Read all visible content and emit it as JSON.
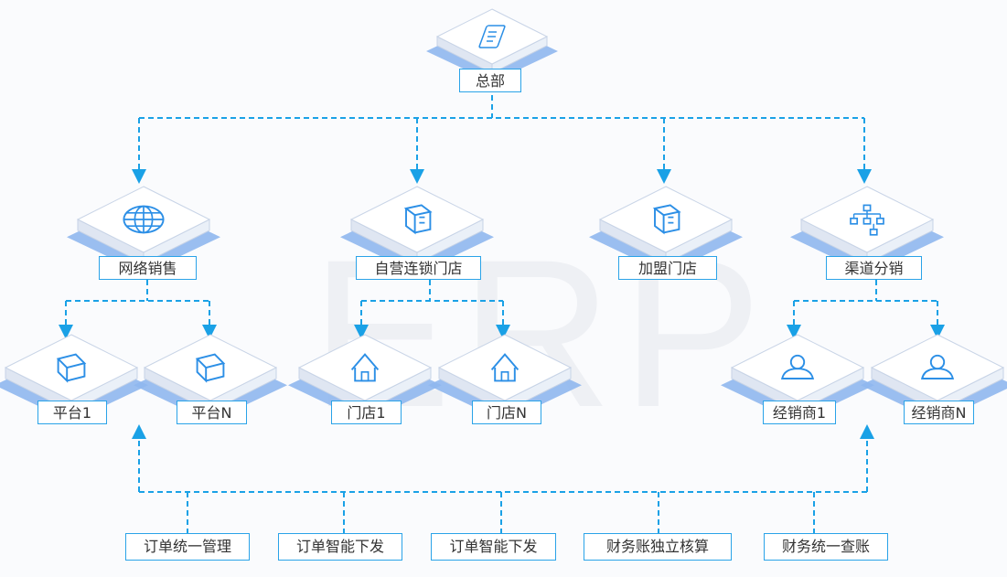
{
  "watermark": "ERP",
  "colors": {
    "connector": "#1aa1e6",
    "label_border": "#2aa3e8",
    "cube_top": "#ffffff",
    "cube_side": "#dfe6f2",
    "cube_base": "#8fb7ee",
    "icon": "#2c8fe6",
    "text": "#333333"
  },
  "nodes": {
    "hq": {
      "label": "总部",
      "icon": "document-icon"
    },
    "online": {
      "label": "网络销售",
      "icon": "globe-icon"
    },
    "chain": {
      "label": "自营连锁门店",
      "icon": "storefront-icon"
    },
    "franchise": {
      "label": "加盟门店",
      "icon": "storefront-icon"
    },
    "channel": {
      "label": "渠道分销",
      "icon": "org-chart-icon"
    },
    "platform1": {
      "label": "平台1",
      "icon": "book-icon"
    },
    "platformN": {
      "label": "平台N",
      "icon": "book-icon"
    },
    "store1": {
      "label": "门店1",
      "icon": "house-icon"
    },
    "storeN": {
      "label": "门店N",
      "icon": "house-icon"
    },
    "dealer1": {
      "label": "经销商1",
      "icon": "person-icon"
    },
    "dealerN": {
      "label": "经销商N",
      "icon": "person-icon"
    }
  },
  "features": [
    {
      "label": "订单统一管理"
    },
    {
      "label": "订单智能下发"
    },
    {
      "label": "订单智能下发"
    },
    {
      "label": "财务账独立核算"
    },
    {
      "label": "财务统一查账"
    }
  ]
}
